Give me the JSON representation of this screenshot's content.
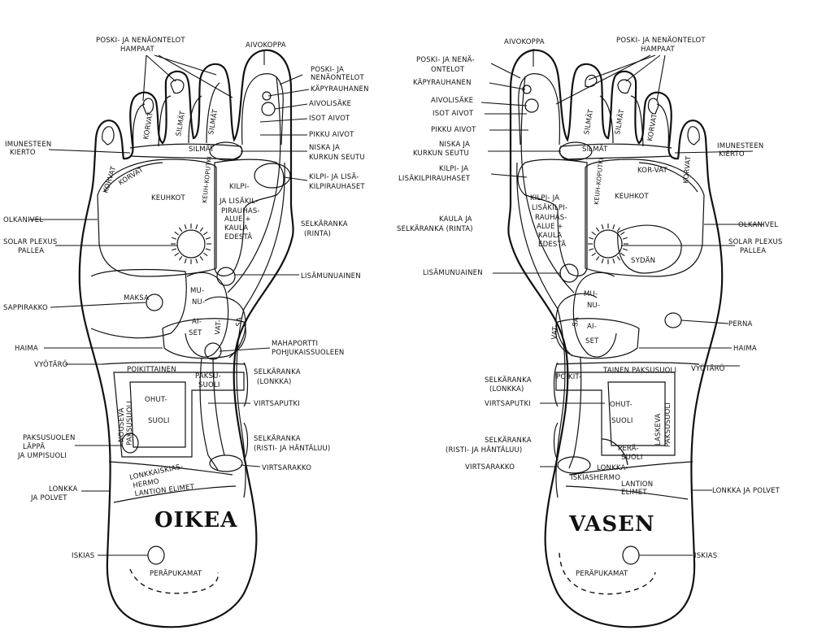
{
  "right_foot": {
    "title": "OIKEA",
    "labels": {
      "poski_hampaat_1": "POSKI- JA NENÄONTELOT",
      "poski_hampaat_2": "HAMPAAT",
      "aivokoppa": "AIVOKOPPA",
      "poski_1": "POSKI- JA",
      "poski_2": "NENÄONTELOT",
      "kapyrauhanen": "KÄPYRAUHANEN",
      "aivolisake": "AIVOLISÄKE",
      "isot_aivot": "ISOT AIVOT",
      "pikku_aivot": "PIKKU AIVOT",
      "niska_1": "NISKA JA",
      "niska_2": "KURKUN SEUTU",
      "kilpi_1": "KILPI- JA LISÄ-",
      "kilpi_2": "KILPIRAUHASET",
      "imuneste_1": "IMUNESTEEN",
      "imuneste_2": "KIERTO",
      "korvat_outer": "KORVAT",
      "korvat_inner": "KORVAT",
      "korvat_toe": "KORVAT",
      "silmat_toe1": "SILMÄT",
      "silmat_toe2": "SILMÄT",
      "silmat_row": "SILMÄT",
      "keuhkot": "KEUHKOT",
      "keuhkoputki": "KEUH-KOPUTKI",
      "kilpi_in_1": "KILPI-",
      "kilpi_in_2": "JA LISÄKIL-",
      "kilpi_in_3": "PIRAUHAS-",
      "kilpi_in_4": "ALUE +",
      "kilpi_in_5": "KAULA",
      "kilpi_in_6": "EDESTÄ",
      "olkanivel": "OLKANIVEL",
      "solar_1": "SOLAR PLEXUS",
      "solar_2": "PALLEA",
      "selkaranka_rinta_1": "SELKÄRANKA",
      "selkaranka_rinta_2": "(RINTA)",
      "lisamunuainen": "LISÄMUNUAINEN",
      "sappirakko": "SAPPIRAKKO",
      "maksa": "MAKSA",
      "munu_1": "MU-",
      "munu_2": "NU-",
      "munu_3": "AI-",
      "munu_4": "SET",
      "vatsa_1": "VAT-",
      "vatsa_2": "SA",
      "haima": "HAIMA",
      "mahaportti_1": "MAHAPORTTI",
      "mahaportti_2": "POHJUKAISSUOLEEN",
      "vyotaro": "VYÖTÄRÖ",
      "poikittainen": "POIKITTAINEN",
      "paksusuoli_1": "PAKSU-",
      "paksusuoli_2": "SUOLI",
      "selkaranka_lonkka_1": "SELKÄRANKA",
      "selkaranka_lonkka_2": "(LONKKA)",
      "virtsaputki": "VIRTSAPUTKI",
      "ohutsuoli_1": "OHUT-",
      "ohutsuoli_2": "SUOLI",
      "nouseva_1": "NOUSEVA",
      "nouseva_2": "PAKSUSUOLI",
      "lappa_1": "PAKSUSUOLEN",
      "lappa_2": "LÄPPÄ",
      "lappa_3": "JA UMPISUOLI",
      "selkaranka_risti_1": "SELKÄRANKA",
      "selkaranka_risti_2": "(RISTI- JA HÄNTÄLUU)",
      "virtsarakko": "VIRTSARAKKO",
      "lonkkaiskias_1": "LONKKAISKIAS-",
      "lonkkaiskias_2": "HERMO",
      "lantion": "LANTION ELIMET",
      "lonkka_1": "LONKKA",
      "lonkka_2": "JA POLVET",
      "iskias": "ISKIAS",
      "perapukamat": "PERÄPUKAMAT"
    }
  },
  "left_foot": {
    "title": "VASEN",
    "labels": {
      "aivokoppa": "AIVOKOPPA",
      "poski_hampaat_1": "POSKI- JA NENÄONTELOT",
      "poski_hampaat_2": "HAMPAAT",
      "poski_1": "POSKI- JA NENÄ-",
      "poski_2": "ONTELOT",
      "kapyrauhanen": "KÄPYRAUHANEN",
      "aivolisake": "AIVOLISÄKE",
      "isot_aivot": "ISOT AIVOT",
      "pikku_aivot": "PIKKU AIVOT",
      "niska_1": "NISKA JA",
      "niska_2": "KURKUN SEUTU",
      "kilpi_1": "KILPI- JA",
      "kilpi_2": "LISÄKILPIRAUHASET",
      "imuneste_1": "IMUNESTEEN",
      "imuneste_2": "KIERTO",
      "korvat_outer": "KORVAT",
      "korvat_inner": "KOR-VAT",
      "korvat_toe": "KORVAT",
      "silmat_toe1": "SILMÄT",
      "silmat_toe2": "SILMÄT",
      "silmat_row": "SILMÄT",
      "keuhkot": "KEUHKOT",
      "keuhkoputki": "KEUH-KOPUTKI",
      "kilpi_in_1": "KILPI- JA",
      "kilpi_in_2": "LISÄKILPI-",
      "kilpi_in_3": "RAUHAS-",
      "kilpi_in_4": "ALUE +",
      "kilpi_in_5": "KAULA",
      "kilpi_in_6": "EDESTÄ",
      "kaula_1": "KAULA JA",
      "kaula_2": "SELKÄRANKA (RINTA)",
      "olkanivel": "OLKANIVEL",
      "solar_1": "SOLAR PLEXUS",
      "solar_2": "PALLEA",
      "sydan": "SYDÄN",
      "lisamunuainen": "LISÄMUNUAINEN",
      "munu_1": "MU-",
      "munu_2": "NU-",
      "munu_3": "AI-",
      "munu_4": "SET",
      "vatsa_1": "VAT-",
      "vatsa_2": "SA",
      "perna": "PERNA",
      "haima": "HAIMA",
      "vyotaro": "VYÖTÄRÖ",
      "selkaranka_lonkka_1": "SELKÄRANKA",
      "selkaranka_lonkka_2": "(LONKKA)",
      "poikittainen_1": "POIKIT-",
      "poikittainen_2": "TAINEN PAKSUSUOLI",
      "virtsaputki": "VIRTSAPUTKI",
      "ohutsuoli_1": "OHUT-",
      "ohutsuoli_2": "SUOLI",
      "laskeva_1": "LASKEVA",
      "laskeva_2": "PAKSUSUOLI",
      "selkaranka_risti_1": "SELKÄRANKA",
      "selkaranka_risti_2": "(RISTI- JA HÄNTÄLUU)",
      "perasuoli_1": "PERÄ-",
      "perasuoli_2": "SUOLI",
      "virtsarakko": "VIRTSARAKKO",
      "lonkkaiskias_1": "LONKKA-",
      "lonkkaiskias_2": "ISKIASHERMO",
      "lantion_1": "LANTION",
      "lantion_2": "ELIMET",
      "lonkka": "LONKKA JA POLVET",
      "iskias": "ISKIAS",
      "perapukamat": "PERÄPUKAMAT"
    }
  }
}
